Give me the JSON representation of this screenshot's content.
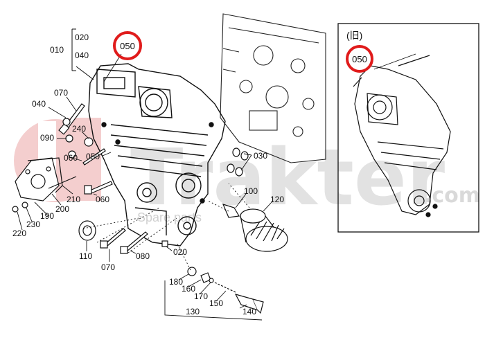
{
  "main_view": {
    "callout_050": "050",
    "labels": {
      "l010": "010",
      "l020_top": "020",
      "l040_top": "040",
      "l070_top": "070",
      "l040": "040",
      "l090": "090",
      "l240": "240",
      "l060_a": "060",
      "l050": "050",
      "l210": "210",
      "l060_b": "060",
      "l200": "200",
      "l190": "190",
      "l220": "220",
      "l230": "230",
      "l030": "030",
      "l100": "100",
      "l120": "120",
      "l110": "110",
      "l070": "070",
      "l080": "080",
      "l020": "020",
      "l180": "180",
      "l160": "160",
      "l170": "170",
      "l150": "150",
      "l140": "140",
      "l130": "130"
    }
  },
  "inset": {
    "title": "(旧)",
    "callout_050": "050"
  },
  "watermark": {
    "brand_main": "Trakter",
    "brand_suffix": ".com",
    "tagline": "Spare parts"
  },
  "colors": {
    "callout_ring": "#e01b1b",
    "watermark": "#e8e8e8",
    "watermark_logo": "#f3c9c9",
    "line": "#111111"
  }
}
